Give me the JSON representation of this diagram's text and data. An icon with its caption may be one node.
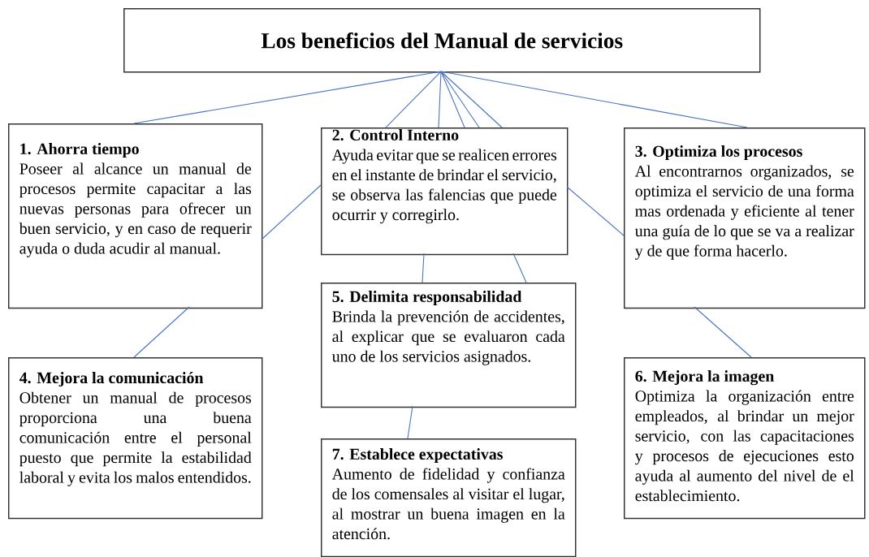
{
  "diagram": {
    "nodes": [
      {
        "text": [
          "Los beneficios del Manual de servicios"
        ]
      },
      {
        "text": [
          "1. Ahorra tiempo",
          "Poseer al alcance un manual de procesos permite capacitar a las nuevas personas para ofrecer un buen servicio, y en caso de requerir ayuda o duda acudir al manual."
        ]
      },
      {
        "text": [
          "2. Control Interno",
          "Ayuda evitar que se realicen errores en el instante de brindar el servicio, se observa las falencias que puede ocurrir y corregirlo."
        ]
      },
      {
        "text": [
          "3. Optimiza los procesos",
          "Al encontrarnos organizados, se optimiza el servicio de una forma mas ordenada y eficiente al tener una guía de lo que se va a realizar y de que forma hacerlo."
        ]
      },
      {
        "text": [
          "4. Mejora la comunicación",
          "Obtener un manual de procesos proporciona una buena comunicación entre el personal puesto que permite la estabilidad laboral y evita los malos entendidos."
        ]
      },
      {
        "text": [
          "5. Delimita responsabilidad",
          "Brinda la prevención de accidentes, al explicar que se evaluaron cada uno de los servicios asignados."
        ]
      },
      {
        "text": [
          "6. Mejora la imagen",
          "Optimiza la organización entre empleados, al brindar un mejor servicio, con las capacitaciones y procesos de ejecuciones esto ayuda al aumento del nivel de el establecimiento."
        ]
      },
      {
        "text": [
          "7. Establece expectativas",
          "Aumento de fidelidad y confianza de los comensales al visitar el lugar, al mostrar un buena imagen en la atención."
        ]
      }
    ],
    "edges": [
      {
        "from": 0,
        "to": 1,
        "arrow": "none"
      },
      {
        "from": 0,
        "to": 2,
        "arrow": "none"
      },
      {
        "from": 0,
        "to": 2,
        "arrow": "none"
      },
      {
        "from": 0,
        "to": 2,
        "arrow": "none"
      },
      {
        "from": 0,
        "to": 2,
        "arrow": "none"
      },
      {
        "from": 0,
        "to": 2,
        "arrow": "none"
      },
      {
        "from": 0,
        "to": 3,
        "arrow": "none"
      },
      {
        "from": 1,
        "to": 2,
        "arrow": "none"
      },
      {
        "from": 2,
        "to": 3,
        "arrow": "none"
      },
      {
        "from": 1,
        "to": 4,
        "arrow": "none"
      },
      {
        "from": 3,
        "to": 6,
        "arrow": "none"
      },
      {
        "from": 2,
        "to": 5,
        "arrow": "none"
      },
      {
        "from": 2,
        "to": 5,
        "arrow": "none"
      },
      {
        "from": 5,
        "to": 7,
        "arrow": "none"
      }
    ]
  }
}
